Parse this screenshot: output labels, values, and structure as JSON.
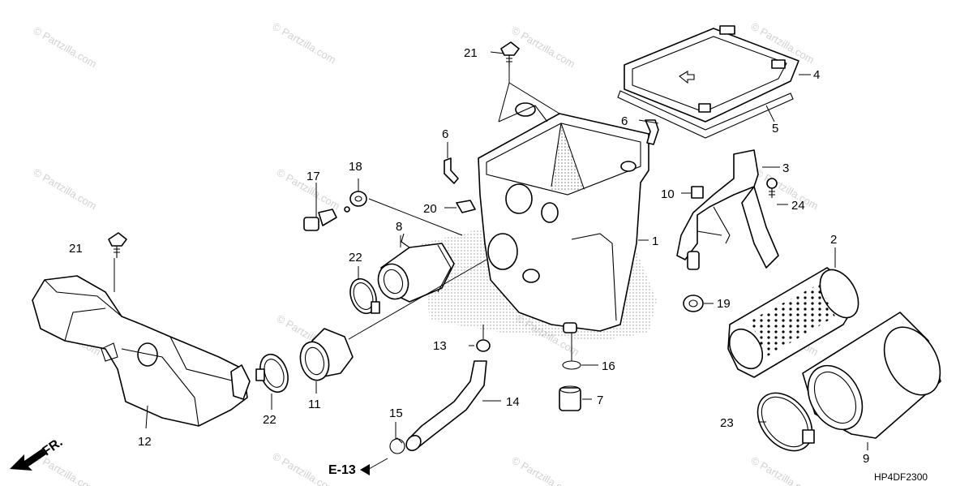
{
  "watermark": "© Partzilla.com",
  "diagram_code": "HP4DF2300",
  "direction_label": "FR.",
  "reference": "E-13",
  "callouts": {
    "c1": "1",
    "c2": "2",
    "c3": "3",
    "c4": "4",
    "c5": "5",
    "c6a": "6",
    "c6b": "6",
    "c7": "7",
    "c8": "8",
    "c9": "9",
    "c10": "10",
    "c11": "11",
    "c12": "12",
    "c13": "13",
    "c14": "14",
    "c15": "15",
    "c16": "16",
    "c17": "17",
    "c18": "18",
    "c19": "19",
    "c20": "20",
    "c21a": "21",
    "c21b": "21",
    "c22a": "22",
    "c22b": "22",
    "c23": "23",
    "c24": "24"
  }
}
